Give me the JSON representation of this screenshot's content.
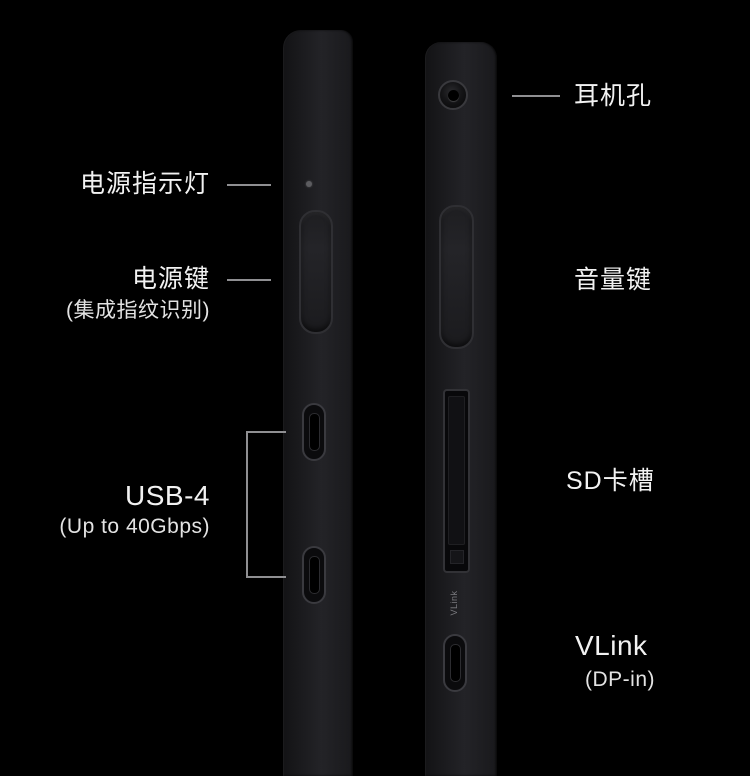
{
  "diagram": {
    "left_labels": {
      "power_indicator": "电源指示灯",
      "power_button": "电源键",
      "power_button_note": "(集成指纹识别)",
      "usb4": "USB-4",
      "usb4_note": "(Up to 40Gbps)"
    },
    "right_labels": {
      "headphone_jack": "耳机孔",
      "volume_button": "音量键",
      "sd_slot": "SD卡槽",
      "vlink": "VLink",
      "vlink_note": "(DP-in)"
    },
    "port_markings": {
      "vlink_engraving": "VLink"
    },
    "colors": {
      "background": "#000000",
      "device_body_dark": "#131315",
      "device_body_light": "#232327",
      "text_primary": "#f2f2f2",
      "text_secondary": "#e3e3e3",
      "annotation_line": "#8f8f92"
    }
  }
}
